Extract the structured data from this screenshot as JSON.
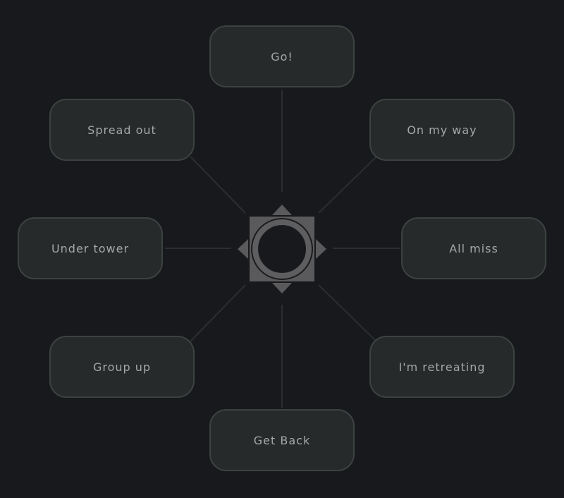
{
  "ping_wheel": {
    "options": [
      {
        "id": "go",
        "label": "Go!"
      },
      {
        "id": "on_my_way",
        "label": "On my way"
      },
      {
        "id": "all_miss",
        "label": "All miss"
      },
      {
        "id": "retreating",
        "label": "I'm retreating"
      },
      {
        "id": "get_back",
        "label": "Get Back"
      },
      {
        "id": "group_up",
        "label": "Group up"
      },
      {
        "id": "under_tower",
        "label": "Under tower"
      },
      {
        "id": "spread_out",
        "label": "Spread out"
      }
    ]
  },
  "colors": {
    "background": "#18191c",
    "button_fill": "#262a2b",
    "button_border": "#3c423f",
    "label_text": "#a4a8a6",
    "hub_gray": "#5a5a5c"
  }
}
